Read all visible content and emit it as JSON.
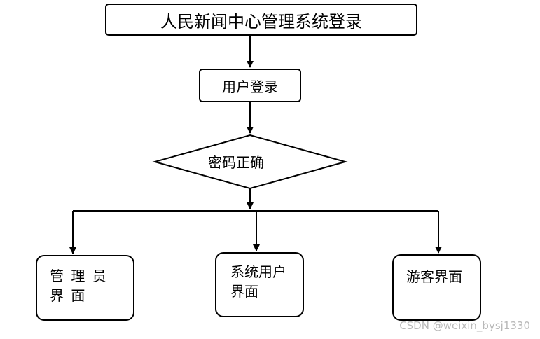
{
  "diagram": {
    "title": "人民新闻中心管理系统登录",
    "login": "用户登录",
    "decision": "密码正确",
    "branches": [
      {
        "id": "admin",
        "label": "管 理 员 界 面"
      },
      {
        "id": "sysuser",
        "label": "系统用户界面"
      },
      {
        "id": "guest",
        "label": "游客界面"
      }
    ]
  },
  "watermark": "CSDN @weixin_bysj1330"
}
